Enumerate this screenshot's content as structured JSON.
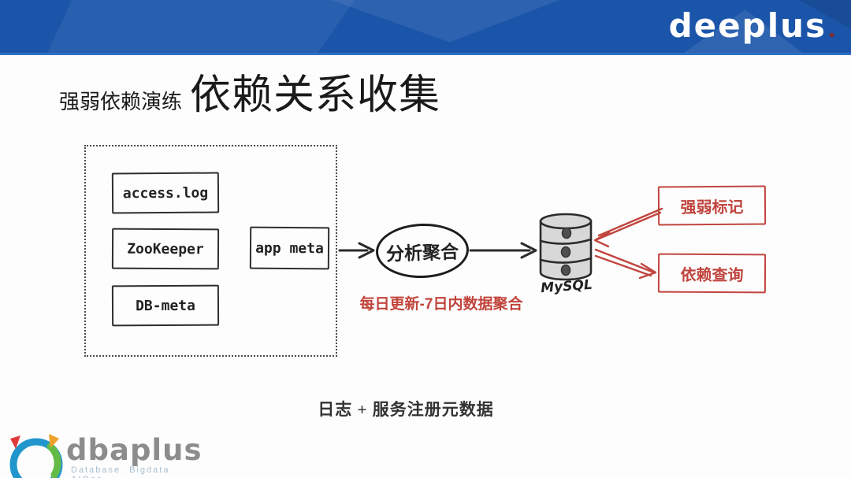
{
  "header": {
    "logo_text": "deeplus",
    "banner_color": "#1b55a9"
  },
  "title": {
    "subtitle": "强弱依赖演练",
    "main": "依赖关系收集"
  },
  "diagram": {
    "sources": [
      {
        "label": "access.log"
      },
      {
        "label": "ZooKeeper"
      },
      {
        "label": "DB-meta"
      }
    ],
    "app_meta_label": "app meta",
    "process_label": "分析聚合",
    "process_note": "每日更新-7日内数据聚合",
    "database_label": "MySQL",
    "outputs": [
      {
        "label": "强弱标记"
      },
      {
        "label": "依赖查询"
      }
    ],
    "colors": {
      "accent_red": "#c0453e",
      "ink": "#2b2b2b",
      "db_fill": "#d8d8d8"
    }
  },
  "caption": "日志 + 服务注册元数据",
  "footer": {
    "logo_text": "dbaplus",
    "tagline": "Database Bigdata AIOps"
  }
}
